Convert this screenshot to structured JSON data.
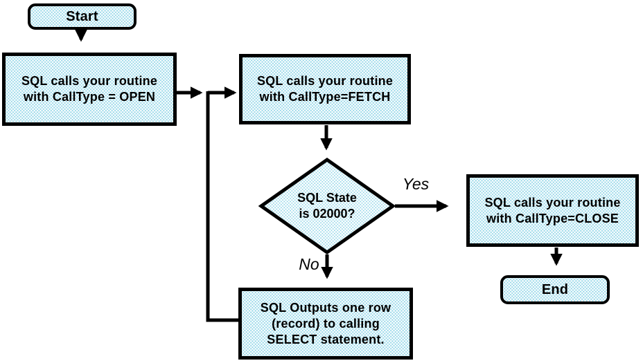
{
  "flowchart": {
    "background_color": "#ffffff",
    "node_style": {
      "fill_base": "#fcfeff",
      "dot_color": "#8ed4e6",
      "border_color": "#000000",
      "text_color": "#000000"
    },
    "nodes": {
      "start": {
        "type": "terminator",
        "label": "Start"
      },
      "open": {
        "type": "process",
        "lines": [
          "SQL calls your routine",
          "with CallType = OPEN"
        ]
      },
      "fetch": {
        "type": "process",
        "lines": [
          "SQL calls your routine",
          "with CallType=FETCH"
        ]
      },
      "decision": {
        "type": "decision",
        "lines": [
          "SQL State",
          "is 02000?"
        ]
      },
      "close": {
        "type": "process",
        "lines": [
          "SQL calls your routine",
          "with CallType=CLOSE"
        ]
      },
      "output": {
        "type": "process",
        "lines": [
          "SQL Outputs one row",
          "(record) to calling",
          "SELECT statement."
        ]
      },
      "end": {
        "type": "terminator",
        "label": "End"
      }
    },
    "edges": [
      {
        "from": "start",
        "to": "open",
        "label": ""
      },
      {
        "from": "open",
        "to": "fetch",
        "label": ""
      },
      {
        "from": "fetch",
        "to": "decision",
        "label": ""
      },
      {
        "from": "decision",
        "to": "close",
        "label": "Yes"
      },
      {
        "from": "decision",
        "to": "output",
        "label": "No"
      },
      {
        "from": "output",
        "to": "fetch",
        "label": ""
      },
      {
        "from": "close",
        "to": "end",
        "label": ""
      }
    ]
  }
}
